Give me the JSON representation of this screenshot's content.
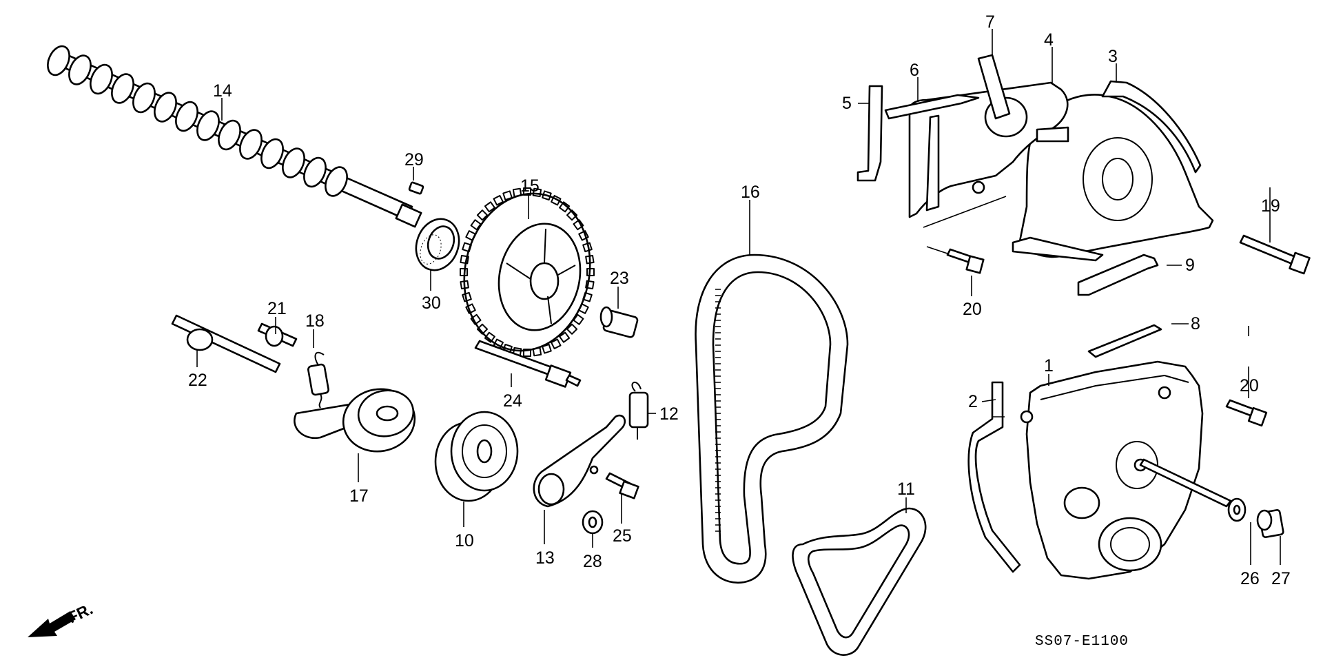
{
  "figure": {
    "code": "SS07-E1100",
    "front_marker": "FR."
  },
  "callouts": [
    {
      "id": "c1",
      "text": "1"
    },
    {
      "id": "c2",
      "text": "2"
    },
    {
      "id": "c3",
      "text": "3"
    },
    {
      "id": "c4",
      "text": "4"
    },
    {
      "id": "c5",
      "text": "5"
    },
    {
      "id": "c6",
      "text": "6"
    },
    {
      "id": "c7",
      "text": "7"
    },
    {
      "id": "c8",
      "text": "8"
    },
    {
      "id": "c9",
      "text": "9"
    },
    {
      "id": "c10",
      "text": "10"
    },
    {
      "id": "c11",
      "text": "11"
    },
    {
      "id": "c12",
      "text": "12"
    },
    {
      "id": "c13",
      "text": "13"
    },
    {
      "id": "c14",
      "text": "14"
    },
    {
      "id": "c15",
      "text": "15"
    },
    {
      "id": "c16",
      "text": "16"
    },
    {
      "id": "c17",
      "text": "17"
    },
    {
      "id": "c18",
      "text": "18"
    },
    {
      "id": "c19",
      "text": "19"
    },
    {
      "id": "c20a",
      "text": "20"
    },
    {
      "id": "c20b",
      "text": "20"
    },
    {
      "id": "c21",
      "text": "21"
    },
    {
      "id": "c22",
      "text": "22"
    },
    {
      "id": "c23",
      "text": "23"
    },
    {
      "id": "c24",
      "text": "24"
    },
    {
      "id": "c25",
      "text": "25"
    },
    {
      "id": "c26",
      "text": "26"
    },
    {
      "id": "c27",
      "text": "27"
    },
    {
      "id": "c28",
      "text": "28"
    },
    {
      "id": "c29",
      "text": "29"
    },
    {
      "id": "c30",
      "text": "30"
    }
  ]
}
